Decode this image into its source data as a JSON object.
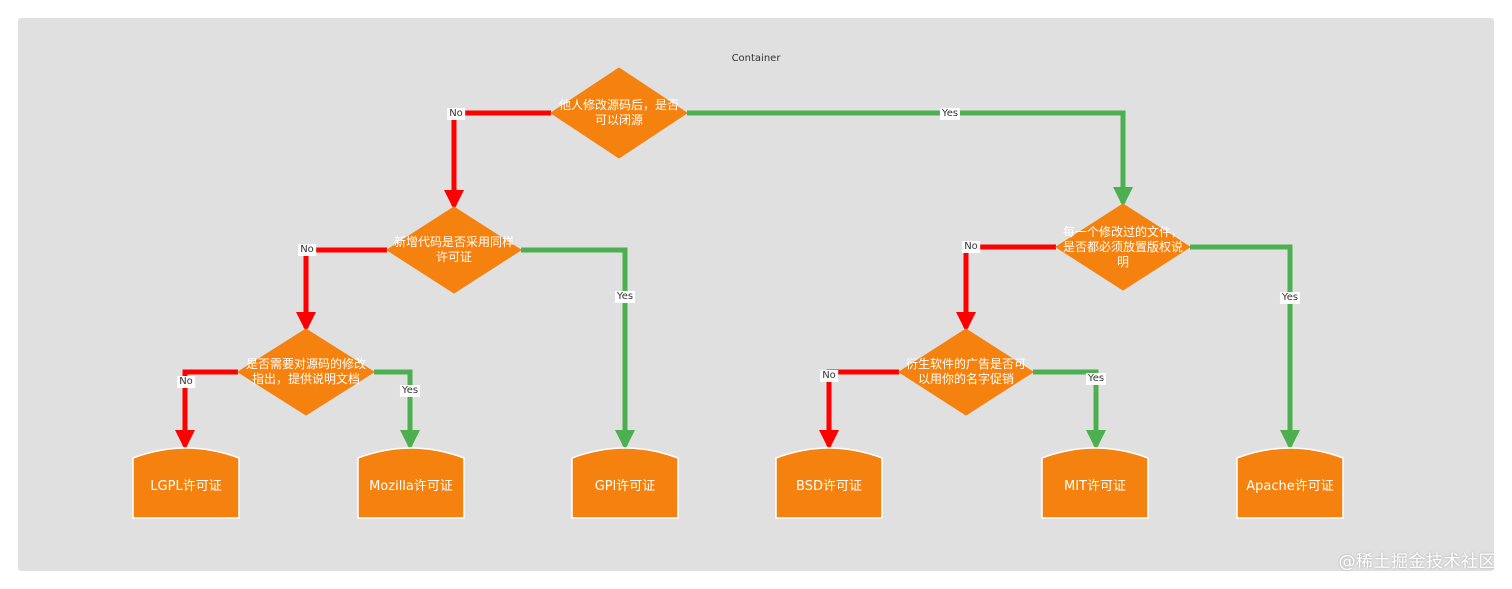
{
  "container": {
    "title": "Container"
  },
  "watermark": "@稀土掘金技术社区",
  "colors": {
    "container_bg": "#e0e0e0",
    "node_fill": "#f5820f",
    "node_stroke": "#ffffff",
    "edge_no": "#ff0000",
    "edge_yes": "#4caf50"
  },
  "decisions": [
    {
      "id": "d1",
      "label": "他人修改源码后，是否\n可以闭源"
    },
    {
      "id": "d2",
      "label": "新增代码是否采用同样\n许可证"
    },
    {
      "id": "d3",
      "label": "每一个修改过的文件，\n是否都必须放置版权说\n明"
    },
    {
      "id": "d4",
      "label": "是否需要对源码的修改\n指出，提供说明文档"
    },
    {
      "id": "d5",
      "label": "衍生软件的广告是否可\n以用你的名字促销"
    }
  ],
  "licenses": [
    {
      "id": "t1",
      "label": "LGPL许可证"
    },
    {
      "id": "t2",
      "label": "Mozilla许可证"
    },
    {
      "id": "t3",
      "label": "GPl许可证"
    },
    {
      "id": "t4",
      "label": "BSD许可证"
    },
    {
      "id": "t5",
      "label": "MIT许可证"
    },
    {
      "id": "t6",
      "label": "Apache许可证"
    }
  ],
  "edges": [
    {
      "id": "e1",
      "from": "d1",
      "to": "d2",
      "label": "No",
      "kind": "no"
    },
    {
      "id": "e2",
      "from": "d1",
      "to": "d3",
      "label": "Yes",
      "kind": "yes"
    },
    {
      "id": "e3",
      "from": "d2",
      "to": "d4",
      "label": "No",
      "kind": "no"
    },
    {
      "id": "e4",
      "from": "d2",
      "to": "t3",
      "label": "Yes",
      "kind": "yes"
    },
    {
      "id": "e5",
      "from": "d4",
      "to": "t1",
      "label": "No",
      "kind": "no"
    },
    {
      "id": "e6",
      "from": "d4",
      "to": "t2",
      "label": "Yes",
      "kind": "yes"
    },
    {
      "id": "e7",
      "from": "d3",
      "to": "d5",
      "label": "No",
      "kind": "no"
    },
    {
      "id": "e8",
      "from": "d3",
      "to": "t6",
      "label": "Yes",
      "kind": "yes"
    },
    {
      "id": "e9",
      "from": "d5",
      "to": "t4",
      "label": "No",
      "kind": "no"
    },
    {
      "id": "e10",
      "from": "d5",
      "to": "t5",
      "label": "Yes",
      "kind": "yes"
    }
  ]
}
